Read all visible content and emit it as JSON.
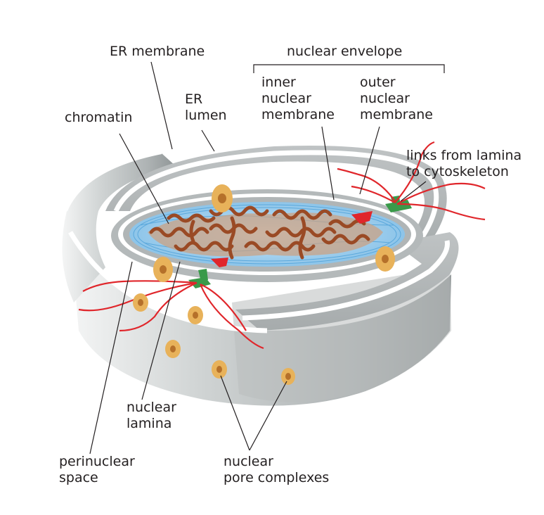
{
  "labels": {
    "er_membrane": "ER membrane",
    "nuclear_envelope": "nuclear envelope",
    "er_lumen": [
      "ER",
      "lumen"
    ],
    "chromatin": "chromatin",
    "inner_nuclear_membrane": [
      "inner",
      "nuclear",
      "membrane"
    ],
    "outer_nuclear_membrane": [
      "outer",
      "nuclear",
      "membrane"
    ],
    "links": [
      "links from lamina",
      "to cytoskeleton"
    ],
    "nuclear_lamina": [
      "nuclear",
      "lamina"
    ],
    "perinuclear_space": [
      "perinuclear",
      "space"
    ],
    "nuclear_pore_complexes": [
      "nuclear",
      "pore complexes"
    ]
  },
  "colors": {
    "membrane_gray": "#c7cbcb",
    "membrane_dark": "#9da3a4",
    "nucleoplasm_blue": "#a9d4ef",
    "chromatin_brown": "#a0522d",
    "pore_orange": "#e8b25a",
    "filament_red": "#e0262b",
    "linker_green": "#3a9a4a"
  }
}
